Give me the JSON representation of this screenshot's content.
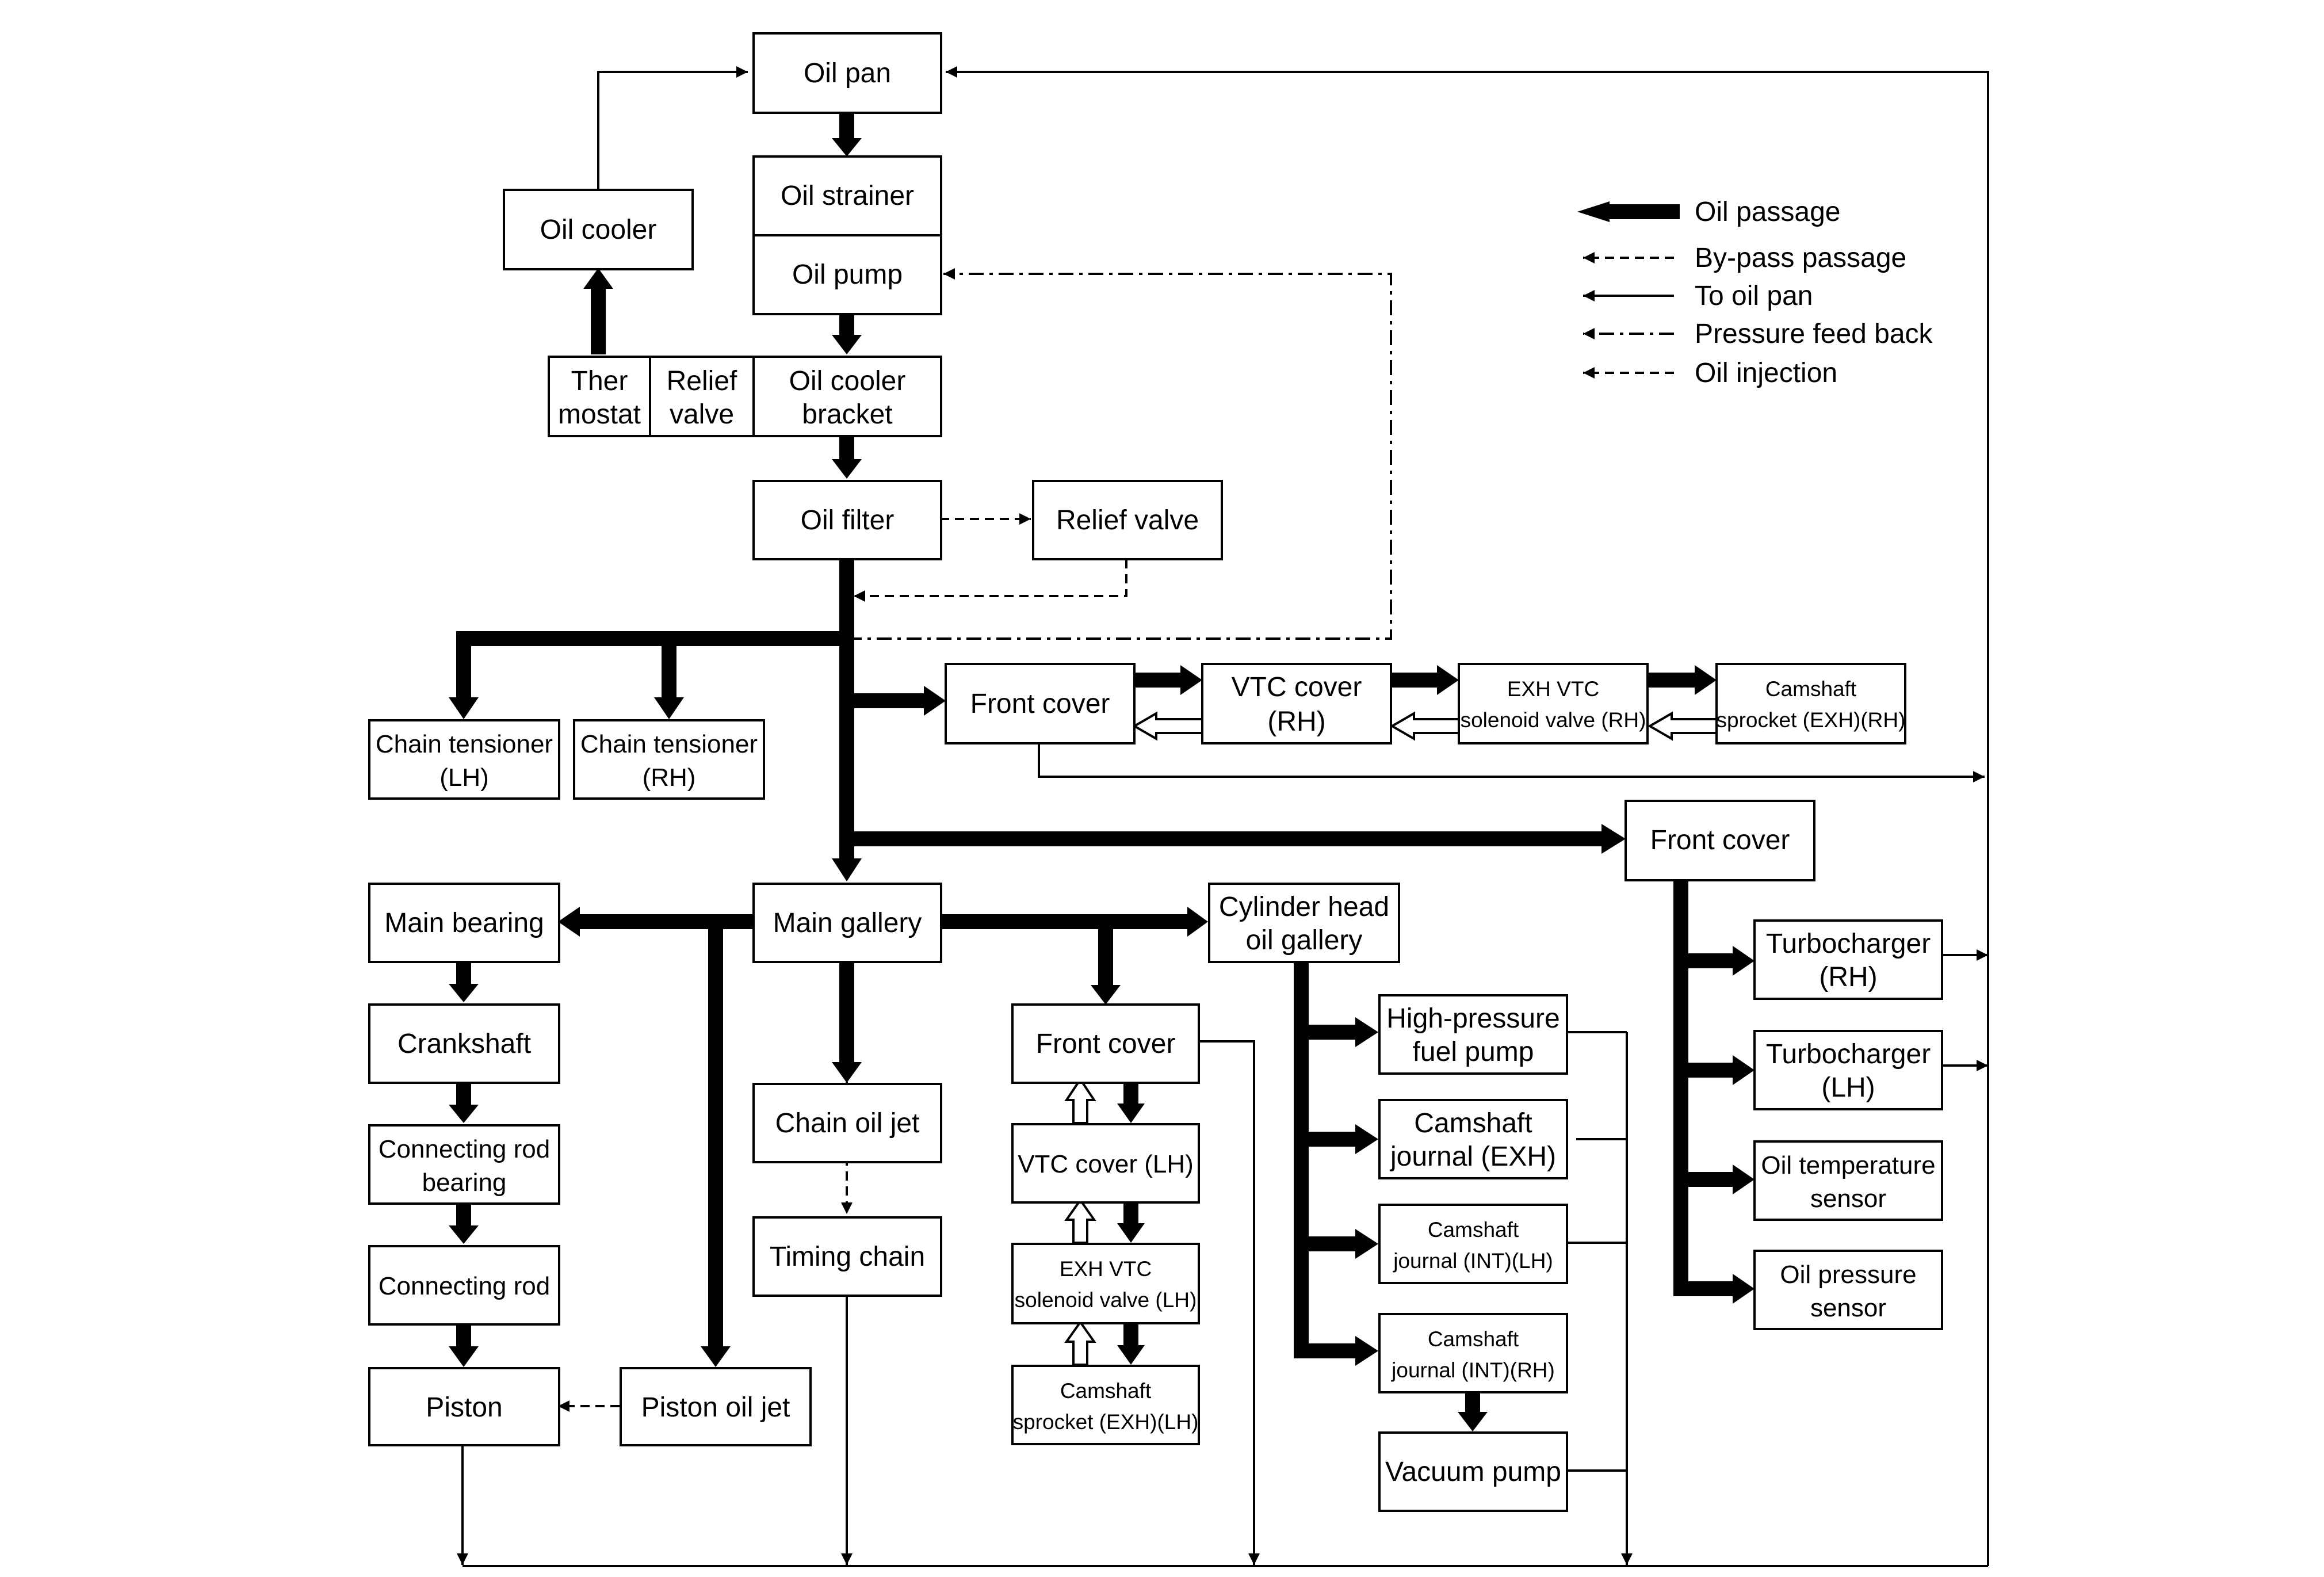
{
  "boxes": {
    "oil_pan": [
      "Oil pan"
    ],
    "oil_strainer": [
      "Oil strainer"
    ],
    "oil_pump": [
      "Oil pump"
    ],
    "oil_cooler": [
      "Oil cooler"
    ],
    "thermostat": [
      "Ther",
      "mostat"
    ],
    "relief_valve_small": [
      "Relief",
      "valve"
    ],
    "oil_cooler_bracket": [
      "Oil cooler",
      "bracket"
    ],
    "oil_filter": [
      "Oil filter"
    ],
    "relief_valve": [
      "Relief valve"
    ],
    "chain_tensioner_lh": [
      "Chain tensioner",
      "(LH)"
    ],
    "chain_tensioner_rh": [
      "Chain tensioner",
      "(RH)"
    ],
    "front_cover_rh": [
      "Front cover"
    ],
    "vtc_cover_rh": [
      "VTC cover",
      "(RH)"
    ],
    "exh_vtc_solenoid_rh": [
      "EXH VTC",
      "solenoid valve (RH)"
    ],
    "camshaft_sprocket_exh_rh": [
      "Camshaft",
      "sprocket (EXH)(RH)"
    ],
    "front_cover_turbo": [
      "Front cover"
    ],
    "main_bearing": [
      "Main bearing"
    ],
    "main_gallery": [
      "Main gallery"
    ],
    "cylinder_head_oil_gallery": [
      "Cylinder head",
      "oil gallery"
    ],
    "crankshaft": [
      "Crankshaft"
    ],
    "connecting_rod_bearing": [
      "Connecting rod",
      "bearing"
    ],
    "connecting_rod": [
      "Connecting rod"
    ],
    "piston": [
      "Piston"
    ],
    "piston_oil_jet": [
      "Piston oil jet"
    ],
    "chain_oil_jet": [
      "Chain oil jet"
    ],
    "timing_chain": [
      "Timing chain"
    ],
    "front_cover_lh": [
      "Front cover"
    ],
    "vtc_cover_lh": [
      "VTC cover (LH)"
    ],
    "exh_vtc_solenoid_lh": [
      "EXH VTC",
      "solenoid valve (LH)"
    ],
    "camshaft_sprocket_exh_lh": [
      "Camshaft",
      "sprocket (EXH)(LH)"
    ],
    "high_pressure_fuel_pump": [
      "High-pressure",
      "fuel pump"
    ],
    "camshaft_journal_exh": [
      "Camshaft",
      "journal (EXH)"
    ],
    "camshaft_journal_int_lh": [
      "Camshaft",
      "journal (INT)(LH)"
    ],
    "camshaft_journal_int_rh": [
      "Camshaft",
      "journal (INT)(RH)"
    ],
    "vacuum_pump": [
      "Vacuum pump"
    ],
    "turbocharger_rh": [
      "Turbocharger",
      "(RH)"
    ],
    "turbocharger_lh": [
      "Turbocharger",
      "(LH)"
    ],
    "oil_temperature_sensor": [
      "Oil temperature",
      "sensor"
    ],
    "oil_pressure_sensor": [
      "Oil pressure",
      "sensor"
    ]
  },
  "legend": {
    "oil_passage": "Oil passage",
    "bypass_passage": "By-pass passage",
    "to_oil_pan": "To oil pan",
    "pressure_feed_back": "Pressure feed back",
    "oil_injection": "Oil injection"
  }
}
